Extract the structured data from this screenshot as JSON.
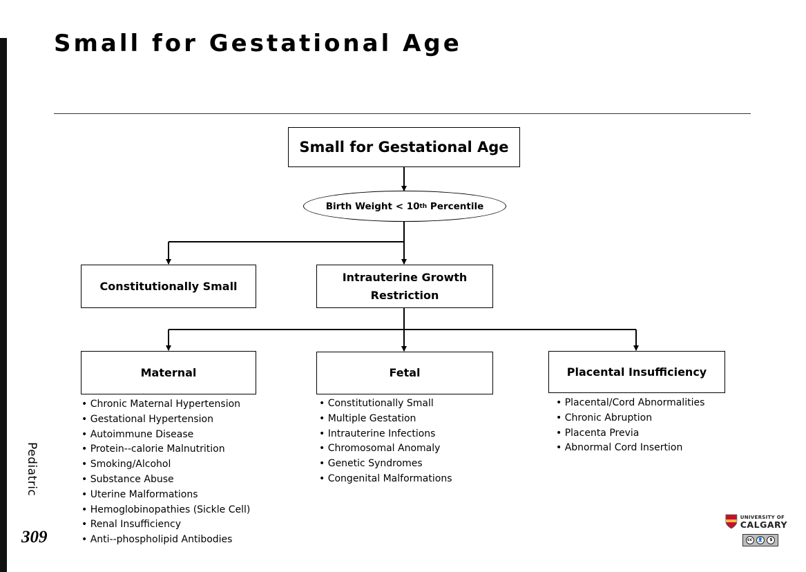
{
  "page": {
    "title": "Small for Gestational Age",
    "side_label": "Pediatric",
    "page_number": "309"
  },
  "diagram": {
    "root": "Small for Gestational Age",
    "criterion": {
      "prefix": "Birth Weight < 10",
      "superscript": "th",
      "suffix": " Percentile"
    },
    "constitutional": "Constitutionally Small",
    "iugr": "Intrauterine Growth Restriction",
    "categories": [
      {
        "label": "Maternal",
        "items": [
          "Chronic Maternal Hypertension",
          "Gestational Hypertension",
          "Autoimmune Disease",
          "Protein--calorie Malnutrition",
          "Smoking/Alcohol",
          "Substance Abuse",
          "Uterine Malformations",
          "Hemoglobinopathies (Sickle Cell)",
          "Renal Insufficiency",
          "Anti--phospholipid Antibodies"
        ]
      },
      {
        "label": "Fetal",
        "items": [
          "Constitutionally Small",
          "Multiple Gestation",
          "Intrauterine Infections",
          "Chromosomal Anomaly",
          "Genetic Syndromes",
          "Congenital Malformations"
        ]
      },
      {
        "label": "Placental Insufficiency",
        "items": [
          "Placental/Cord Abnormalities",
          "Chronic Abruption",
          "Placenta Previa",
          "Abnormal Cord Insertion"
        ]
      }
    ]
  },
  "logo": {
    "line1": "UNIVERSITY OF",
    "line2": "CALGARY",
    "crest_red": "#c8102e",
    "crest_gold": "#f1be48"
  },
  "license_badge": {
    "icons": [
      "creative-commons-icon",
      "attribution-icon",
      "noncommercial-icon"
    ]
  }
}
